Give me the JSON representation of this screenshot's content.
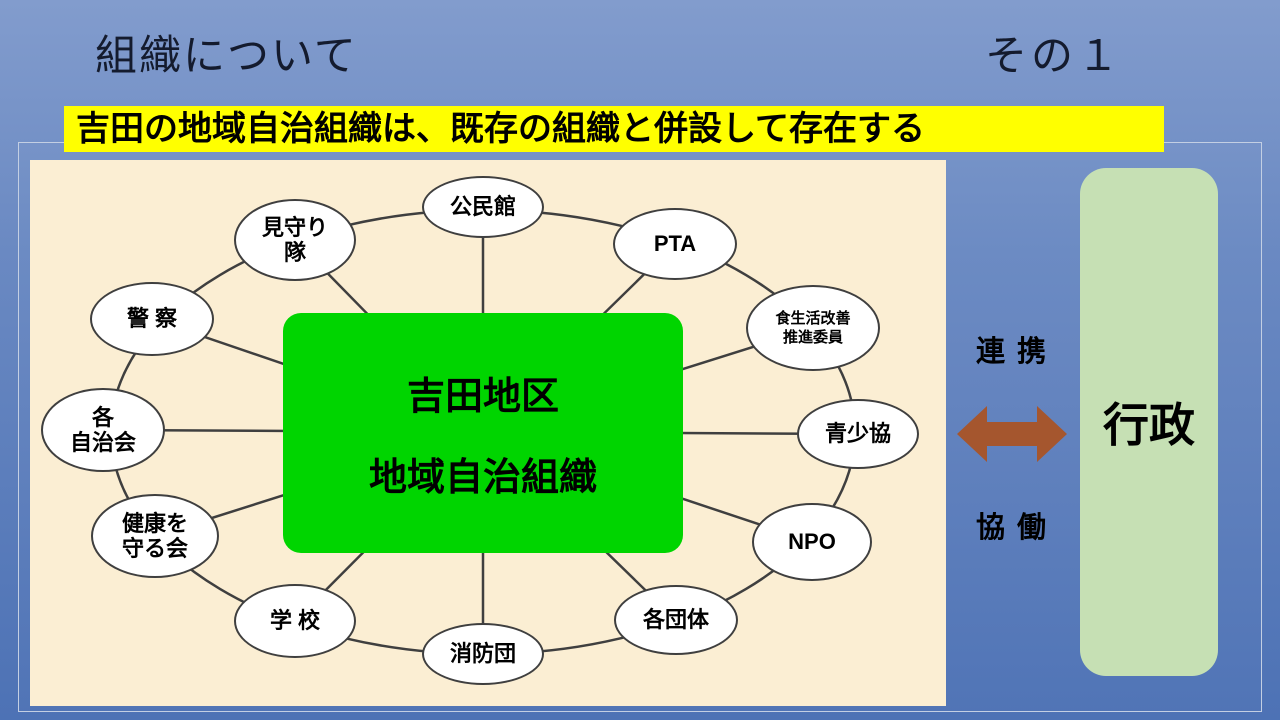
{
  "header": {
    "title": "組織について",
    "part": "その１"
  },
  "banner": {
    "text": "吉田の地域自治組織は、既存の組織と併設して存在する",
    "bg_color": "#ffff00"
  },
  "diagram": {
    "center": {
      "line1": "吉田地区",
      "line2": "地域自治組織",
      "bg_color": "#00d500"
    },
    "nodes": [
      {
        "label": "公民館"
      },
      {
        "label": "PTA"
      },
      {
        "label": "食生活改善\n推進委員"
      },
      {
        "label": "青少協"
      },
      {
        "label": "NPO"
      },
      {
        "label": "各団体"
      },
      {
        "label": "消防団"
      },
      {
        "label": "学 校"
      },
      {
        "label": "健康を\n守る会"
      },
      {
        "label": "各\n自治会"
      },
      {
        "label": "警 察"
      },
      {
        "label": "見守り\n隊"
      }
    ],
    "panel_color": "#fbeed3",
    "line_color": "#3f3f3f"
  },
  "right": {
    "top_label": "連 携",
    "bottom_label": "協 働",
    "gov_label": "行政",
    "arrow_color": "#a5562e",
    "gov_bg_color": "#c6e0b4"
  }
}
